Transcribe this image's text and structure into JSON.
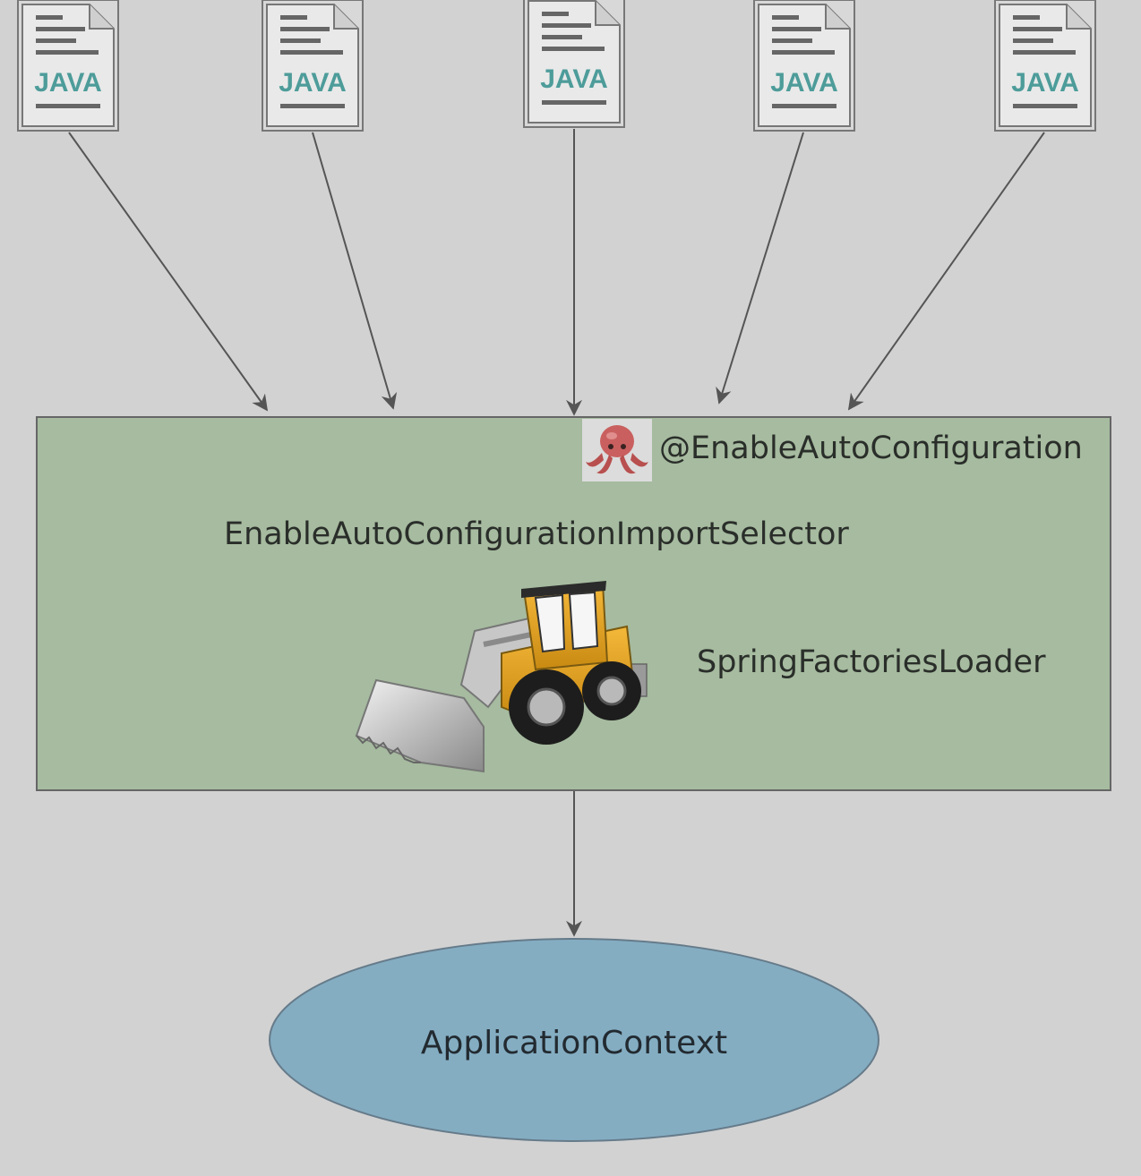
{
  "java_files": {
    "label": "JAVA",
    "count": 5
  },
  "config_box": {
    "annotation": "@EnableAutoConfiguration",
    "annotation_icon": "octopus-icon",
    "selector": "EnableAutoConfigurationImportSelector",
    "loader": "SpringFactoriesLoader",
    "loader_icon": "wheel-loader-icon",
    "fill_color": "#a6bb9f"
  },
  "application_context": {
    "label": "ApplicationContext",
    "fill_color": "#84adc2"
  },
  "colors": {
    "background": "#d2d2d2",
    "arrow": "#555555",
    "doc_text": "#4d9c9a"
  }
}
